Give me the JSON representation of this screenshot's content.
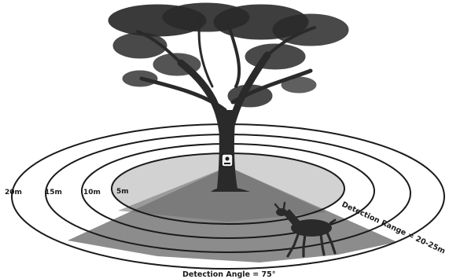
{
  "diagram": {
    "range_labels": [
      "20m",
      "15m",
      "10m",
      "5m"
    ],
    "range_caption": "Detection Range = 20-25m",
    "angle_caption": "Detection Angle = 75°",
    "colors": {
      "ring_stroke": "#1a1a1a",
      "inner_disc": "#d2d2d2",
      "cone": "#8c8c8c",
      "cone_near": "#6e6e6e",
      "silhouette": "#2a2a2a"
    },
    "icons": [
      "tree-icon",
      "camera-trap-icon",
      "deer-icon"
    ]
  }
}
